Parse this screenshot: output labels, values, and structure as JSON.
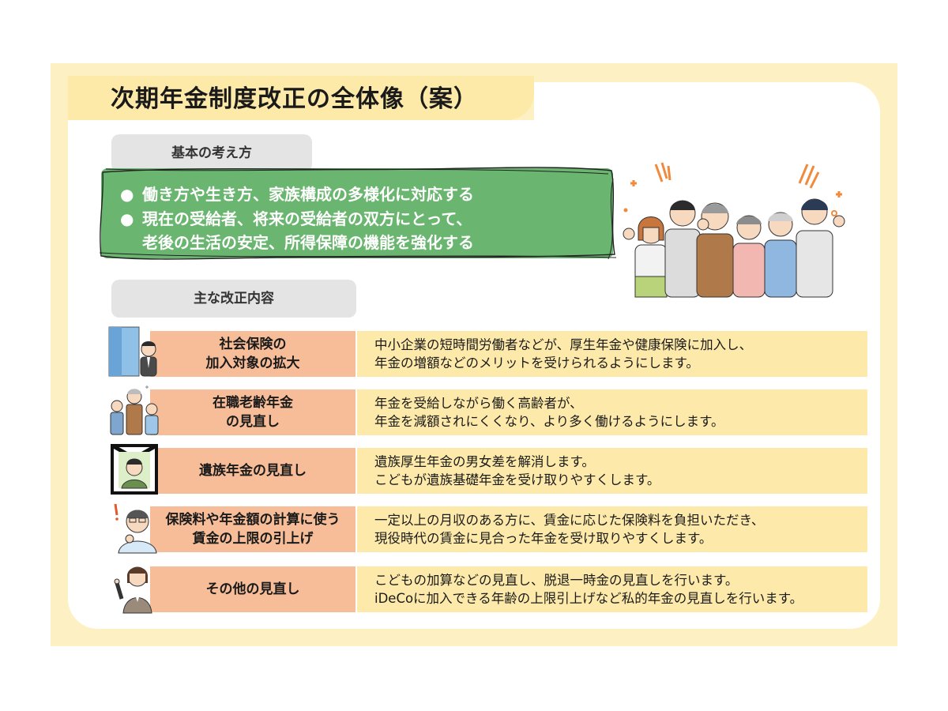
{
  "title": "次期年金制度改正の全体像（案）",
  "basic": {
    "heading": "基本の考え方",
    "bullet_symbol": "●",
    "bullets": [
      {
        "line1": "働き方や生き方、家族構成の多様化に対応する",
        "line2": ""
      },
      {
        "line1": "現在の受給者、将来の受給者の双方にとって、",
        "line2": "老後の生活の安定、所得保障の機能を強化する"
      }
    ]
  },
  "main": {
    "heading": "主な改正内容",
    "rows": [
      {
        "icon": "office-building-worker-icon",
        "label1": "社会保険の",
        "label2": "加入対象の拡大",
        "desc1": "中小企業の短時間労働者などが、厚生年金や健康保険に加入し、",
        "desc2": "年金の増額などのメリットを受けられるようにします。"
      },
      {
        "icon": "senior-workers-icon",
        "label1": "在職老齢年金",
        "label2": "の見直し",
        "desc1": "年金を受給しながら働く高齢者が、",
        "desc2": "年金を減額されにくくなり、より多く働けるようにします。"
      },
      {
        "icon": "memorial-portrait-icon",
        "label1": "遺族年金の見直し",
        "label2": "",
        "desc1": "遺族厚生年金の男女差を解消します。",
        "desc2": "こどもが遺族基礎年金を受け取りやすくします。"
      },
      {
        "icon": "thinking-man-icon",
        "label1": "保険料や年金額の計算に使う",
        "label2": "賃金の上限の引上げ",
        "desc1": "一定以上の月収のある方に、賃金に応じた保険料を負担いただき、",
        "desc2": "現役時代の賃金に見合った年金を受け取りやすくします。"
      },
      {
        "icon": "pointing-woman-icon",
        "label1": "その他の見直し",
        "label2": "",
        "desc1": "こどもの加算などの見直し、脱退一時金の見直しを行います。",
        "desc2": "iDeCoに加入できる年齢の上限引上げなど私的年金の見直しを行います。"
      }
    ]
  },
  "illustration": "cheering-people-group-icon",
  "colors": {
    "outer_bg": "#fdf0c2",
    "title_tab": "#fde9a8",
    "green_box": "#6ab56f",
    "label_bg": "#f6bd98",
    "desc_bg": "#fdeaaa",
    "pill_bg": "#e4e4e4"
  }
}
